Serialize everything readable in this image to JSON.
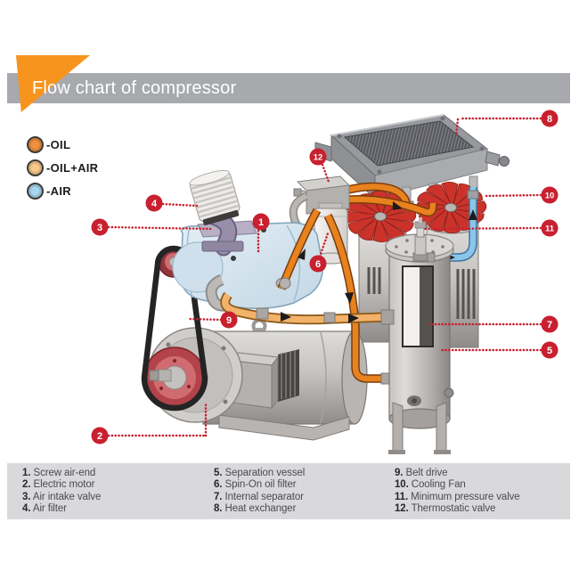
{
  "header": {
    "title": "Flow chart of compressor"
  },
  "colors": {
    "accent_orange": "#F7941D",
    "header_gray": "#A7A9AC",
    "panel_gray": "#D9D9DB",
    "callout_red": "#C8202F",
    "oil_pipe": "#E8821F",
    "oil_air_pipe": "#F3B269",
    "air_pipe": "#8AC6E8"
  },
  "legend": {
    "items": [
      {
        "label": "-OIL",
        "color": "#F0913B"
      },
      {
        "label": "-OIL+AIR",
        "color": "#F9C98B"
      },
      {
        "label": "-AIR",
        "color": "#A8D6EF"
      }
    ]
  },
  "callouts": [
    {
      "num": "1",
      "label": "Screw air-end"
    },
    {
      "num": "2",
      "label": "Electric motor"
    },
    {
      "num": "3",
      "label": "Air intake valve"
    },
    {
      "num": "4",
      "label": "Air filter"
    },
    {
      "num": "5",
      "label": "Separation vessel"
    },
    {
      "num": "6",
      "label": "Spin-On oil filter"
    },
    {
      "num": "7",
      "label": "Internal separator"
    },
    {
      "num": "8",
      "label": "Heat exchanger"
    },
    {
      "num": "9",
      "label": "Belt drive"
    },
    {
      "num": "10",
      "label": "Cooling Fan"
    },
    {
      "num": "11",
      "label": "Minimum pressure valve"
    },
    {
      "num": "12",
      "label": "Thermostatic valve"
    }
  ],
  "footer": {
    "col1": [
      {
        "num": "1.",
        "label": "Screw air-end"
      },
      {
        "num": "2.",
        "label": "Electric motor"
      },
      {
        "num": "3.",
        "label": "Air intake valve"
      },
      {
        "num": "4.",
        "label": "Air filter"
      }
    ],
    "col2": [
      {
        "num": "5.",
        "label": "Separation vessel"
      },
      {
        "num": "6.",
        "label": "Spin-On oil filter"
      },
      {
        "num": "7.",
        "label": "Internal separator"
      },
      {
        "num": "8.",
        "label": "Heat exchanger"
      }
    ],
    "col3": [
      {
        "num": "9.",
        "label": "Belt drive"
      },
      {
        "num": "10.",
        "label": "Cooling Fan"
      },
      {
        "num": "11.",
        "label": "Minimum pressure valve"
      },
      {
        "num": "12.",
        "label": "Thermostatic valve"
      }
    ]
  }
}
